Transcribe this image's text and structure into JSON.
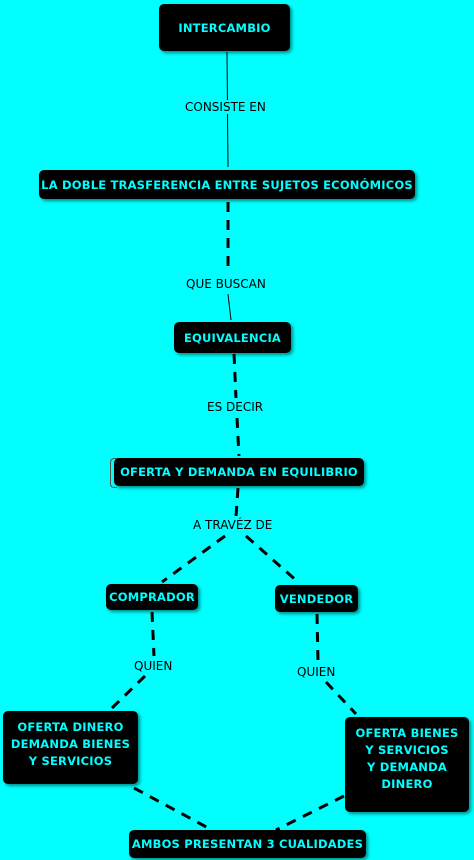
{
  "nodes": {
    "intercambio": "INTERCAMBIO",
    "doble_trasferencia": "LA DOBLE TRASFERENCIA ENTRE SUJETOS ECONÓMICOS",
    "equivalencia": "EQUIVALENCIA",
    "oferta_demanda": "OFERTA Y DEMANDA EN EQUILIBRIO",
    "comprador": "COMPRADOR",
    "vendedor": "VENDEDOR",
    "oferta_dinero": "OFERTA DINERO\nDEMANDA BIENES\nY SERVICIOS",
    "oferta_bienes": "OFERTA BIENES\nY SERVICIOS\nY DEMANDA\nDINERO",
    "ambos": "AMBOS PRESENTAN 3 CUALIDADES"
  },
  "links": {
    "consiste_en": "CONSISTE EN",
    "que_buscan": "QUE BUSCAN",
    "es_decir": "ES DECIR",
    "a_traves_de": "A TRAVÉZ DE",
    "quien_left": "QUIEN",
    "quien_right": "QUIEN"
  },
  "colors": {
    "background": "#00ffff",
    "node_fill": "#000000",
    "node_text": "#00ffff",
    "connector": "#000000"
  }
}
